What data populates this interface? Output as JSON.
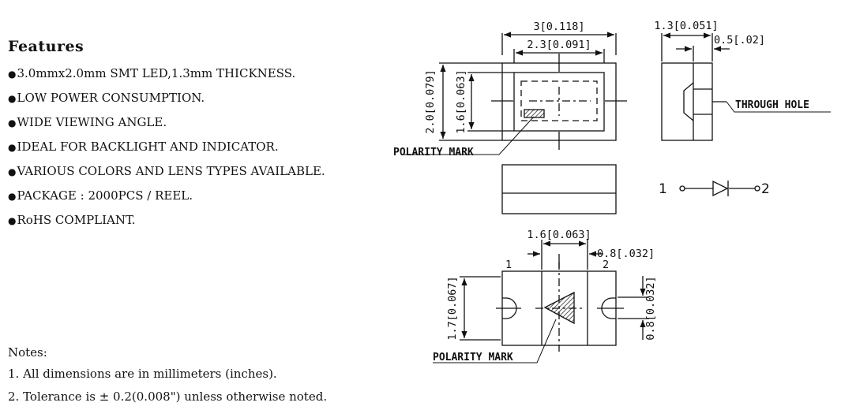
{
  "features": {
    "title": "Features",
    "items": [
      "3.0mmx2.0mm SMT LED,1.3mm THICKNESS.",
      "LOW  POWER  CONSUMPTION.",
      "WIDE VIEWING ANGLE.",
      "IDEAL FOR BACKLIGHT AND INDICATOR.",
      "VARIOUS COLORS AND LENS TYPES AVAILABLE.",
      "PACKAGE : 2000PCS / REEL.",
      "RoHS COMPLIANT."
    ]
  },
  "notes": {
    "title": "Notes:",
    "items": [
      "1. All dimensions are in millimeters (inches).",
      "2. Tolerance is ± 0.2(0.008\") unless otherwise noted."
    ]
  },
  "drawing": {
    "dims": {
      "width_outer": "3[0.118]",
      "width_inner": "2.3[0.091]",
      "height_outer": "2.0[0.079]",
      "height_inner": "1.6[0.063]",
      "side_width": "1.3[0.051]",
      "side_step": "0.5[.02]",
      "pad_spacing": "1.6[0.063]",
      "pad_gap": "0.8[.032]",
      "bottom_height": "1.7[0.067]",
      "pad_height": "0.8[0.032]"
    },
    "labels": {
      "polarity_top": "POLARITY MARK",
      "polarity_bottom": "POLARITY MARK",
      "through_hole": "THROUGH HOLE",
      "pin1_symbol": "1",
      "pin2_symbol": "2",
      "pin1_bottom": "1",
      "pin2_bottom": "2"
    }
  }
}
